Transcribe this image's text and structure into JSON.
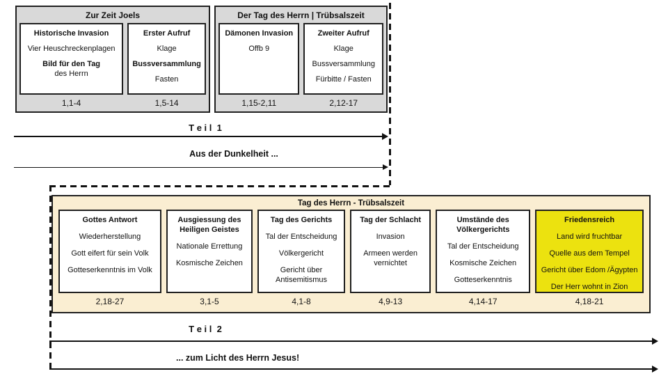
{
  "colors": {
    "gray_bg": "#d9d9d9",
    "beige_bg": "#faeed2",
    "yellow_bg": "#ece20f",
    "border": "#1f1f1f",
    "line": "#111111"
  },
  "sections": {
    "joel_time": {
      "title": "Zur Zeit Joels",
      "cards": [
        {
          "title": "Historische Invasion",
          "items": [
            "Vier Heuschreckenplagen",
            "Bild für den Tag",
            "des Herrn"
          ],
          "ref": "1,1-4"
        },
        {
          "title": "Erster Aufruf",
          "items": [
            "Klage",
            "Bussversammlung",
            "Fasten"
          ],
          "ref": "1,5-14"
        }
      ]
    },
    "day_of_lord_top": {
      "title": "Der Tag des Herrn | Trübsalszeit",
      "cards": [
        {
          "title": "Dämonen Invasion",
          "items": [
            "Offb 9"
          ],
          "ref": "1,15-2,11"
        },
        {
          "title": "Zweiter Aufruf",
          "items": [
            "Klage",
            "Bussversammlung",
            "Fürbitte / Fasten"
          ],
          "ref": "2,12-17"
        }
      ]
    },
    "day_of_lord_bottom": {
      "title": "Tag des Herrn - Trübsalszeit",
      "cards": [
        {
          "title": "Gottes Antwort",
          "items": [
            "Wiederherstellung",
            "Gott eifert für sein Volk",
            "Gotteserkenntnis im Volk"
          ],
          "ref": "2,18-27"
        },
        {
          "title": "Ausgiessung des",
          "title2": "Heiligen Geistes",
          "items": [
            "Nationale Errettung",
            "Kosmische Zeichen"
          ],
          "ref": "3,1-5"
        },
        {
          "title": "Tag des Gerichts",
          "items": [
            "Tal der Entscheidung",
            "Völkergericht",
            "Gericht über",
            "Antisemitismus"
          ],
          "ref": "4,1-8"
        },
        {
          "title": "Tag der Schlacht",
          "items": [
            "Invasion",
            "Armeen werden",
            "vernichtet"
          ],
          "ref": "4,9-13"
        },
        {
          "title": "Umstände des",
          "title2": "Völkergerichts",
          "items": [
            "Tal der Entscheidung",
            "Kosmische Zeichen",
            "Gotteserkenntnis"
          ],
          "ref": "4,14-17"
        },
        {
          "title": "Friedensreich",
          "items": [
            "Land wird fruchtbar",
            "Quelle aus dem Tempel",
            "Gericht über Edom /Ägypten",
            "Der Herr wohnt in Zion"
          ],
          "ref": "4,18-21"
        }
      ]
    }
  },
  "part1": {
    "label": "T e i l  1",
    "subtitle": "Aus der Dunkelheit ..."
  },
  "part2": {
    "label": "T e i l  2",
    "subtitle": "... zum Licht des Herrn Jesus!"
  }
}
